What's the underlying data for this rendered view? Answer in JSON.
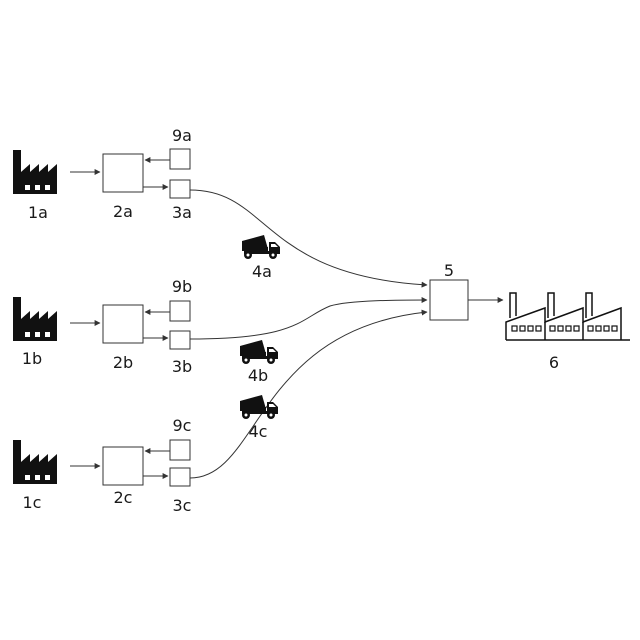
{
  "labels": {
    "factory_a": "1a",
    "factory_b": "1b",
    "factory_c": "1c",
    "unit_a": "2a",
    "unit_b": "2b",
    "unit_c": "2c",
    "store_a": "3a",
    "store_b": "3b",
    "store_c": "3c",
    "truck_a": "4a",
    "truck_b": "4b",
    "truck_c": "4c",
    "hub": "5",
    "plant": "6",
    "supply_a": "9a",
    "supply_b": "9b",
    "supply_c": "9c"
  },
  "icons": {
    "source_factory": "factory-icon",
    "transport": "truck-icon",
    "destination_plant": "industrial-plant-icon"
  },
  "colors": {
    "ink": "#1a1a1a",
    "line": "#333333",
    "background": "#ffffff"
  }
}
